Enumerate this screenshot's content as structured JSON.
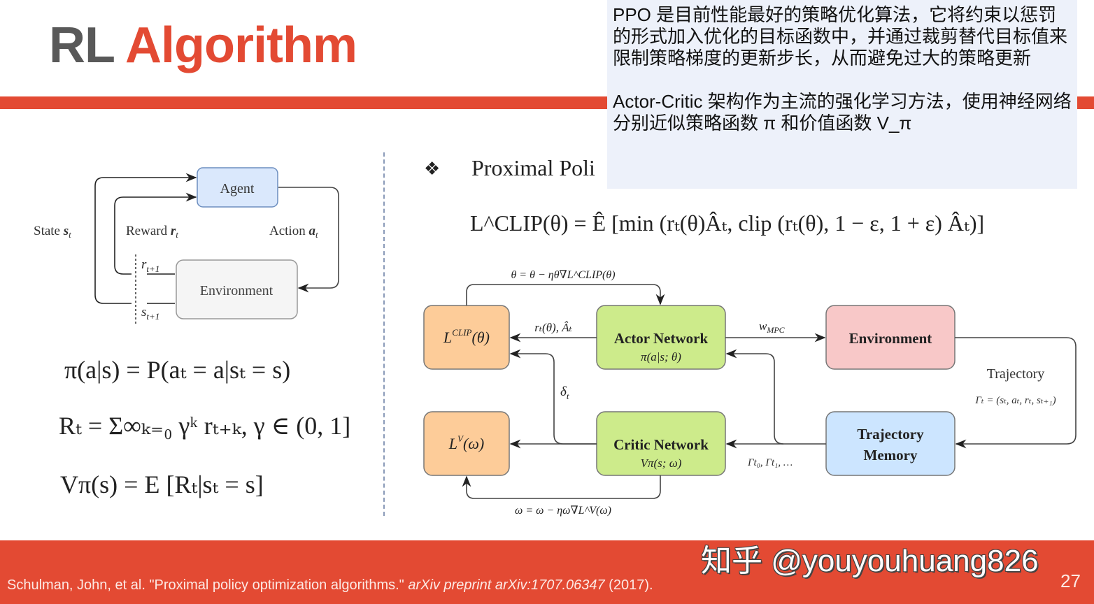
{
  "slide": {
    "title_prefix": "RL",
    "title_main": "Algorithm",
    "page_number": "27",
    "colors": {
      "accent": "#e34a33",
      "title_gray": "#595959",
      "note_bg": "#edf1fa"
    }
  },
  "note": {
    "paragraph1": "PPO 是目前性能最好的策略优化算法，它将约束以惩罚的形式加入优化的目标函数中，并通过裁剪替代目标值来限制策略梯度的更新步长，从而避免过大的策略更新",
    "paragraph2": "Actor-Critic 架构作为主流的强化学习方法，使用神经网络分别近似策略函数 π 和价值函数 V_π"
  },
  "left_diagram": {
    "agent_label": "Agent",
    "environment_label": "Environment",
    "state_label": "State",
    "state_symbol": "s",
    "state_sub": "t",
    "reward_label": "Reward",
    "reward_symbol": "r",
    "reward_sub": "t",
    "action_label": "Action",
    "action_symbol": "a",
    "action_sub": "t",
    "next_reward": "r",
    "next_reward_sub": "t+1",
    "next_state": "s",
    "next_state_sub": "t+1",
    "colors": {
      "agent": "#dae8fc",
      "agent_border": "#6c8ebf",
      "env": "#f5f5f5",
      "env_border": "#999999"
    }
  },
  "left_formulas": {
    "policy": "π(a|s) = P(aₜ = a|sₜ = s)",
    "return": "Rₜ = Σ∞ₖ₌₀ γᵏ rₜ₊ₖ,  γ ∈ (0, 1]",
    "value": "Vπ(s) = E [Rₜ|sₜ = s]"
  },
  "right_section": {
    "bullet_icon": "❖",
    "heading": "Proximal Poli",
    "clip_objective": "L^CLIP(θ) = Ê [min (rₜ(θ)Âₜ, clip (rₜ(θ), 1 − ε, 1 + ε) Âₜ)]"
  },
  "ppo_diagram": {
    "nodes": {
      "lclip": {
        "label": "L",
        "sup": "CLIP",
        "arg": "(θ)",
        "color": "#fdcc99"
      },
      "actor": {
        "label": "Actor Network",
        "sub": "π(a|s; θ)",
        "color": "#cdeb8b"
      },
      "environment": {
        "label": "Environment",
        "color": "#f8c8c8"
      },
      "lv": {
        "label": "L",
        "sup": "V",
        "arg": "(ω)",
        "color": "#fdcc99"
      },
      "critic": {
        "label": "Critic Network",
        "sub": "Vπ(s; ω)",
        "color": "#cdeb8b"
      },
      "memory": {
        "label1": "Trajectory",
        "label2": "Memory",
        "color": "#cce5ff"
      }
    },
    "edges": {
      "theta_update": "θ = θ − ηθ∇L^CLIP(θ)",
      "ratio_adv": "rₜ(θ), Âₜ",
      "w_mpc": "w",
      "w_mpc_sub": "MPC",
      "delta": "δ",
      "delta_sub": "t",
      "trajectory_label": "Trajectory",
      "trajectory_def": "Γₜ = (sₜ, aₜ, rₜ, sₜ₊₁)",
      "batch": "Γt₀, Γt₁, …",
      "omega_update": "ω = ω − ηω∇L^V(ω)"
    }
  },
  "footer": {
    "citation_plain": "Schulman, John, et al. \"Proximal policy optimization algorithms.\" ",
    "citation_italic": "arXiv preprint arXiv:1707.06347",
    "citation_year": " (2017).",
    "watermark": "知乎 @youyouhuang826"
  }
}
